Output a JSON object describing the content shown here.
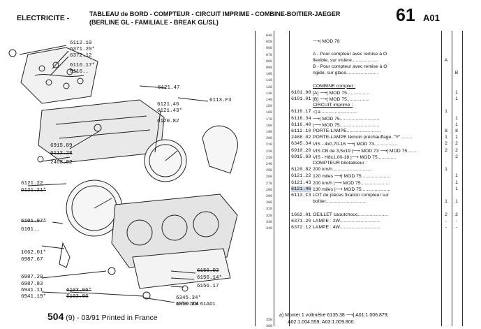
{
  "header": {
    "section": "ELECTRICITE -",
    "title_line1": "TABLEAU de BORD - COMPTEUR - CIRCUIT IMPRIME - COMBINE-BOITIER-JAEGER",
    "title_line2": "(BERLINE GL - FAMILIALE - BREAK GL/SL)",
    "page_number": "61",
    "page_ref": "A01"
  },
  "diagram_labels": [
    {
      "id": "l1",
      "text": "6112.10"
    },
    {
      "id": "l2",
      "text": "6371.20*"
    },
    {
      "id": "l3",
      "text": "6372.12"
    },
    {
      "id": "l4",
      "text": "6116.17*"
    },
    {
      "id": "l5",
      "text": "6116.."
    },
    {
      "id": "l6",
      "text": "6121.47"
    },
    {
      "id": "l7",
      "text": "6113.F3"
    },
    {
      "id": "l8",
      "text": "6121.46"
    },
    {
      "id": "l9",
      "text": "6121.43*"
    },
    {
      "id": "l10",
      "text": "6120.82"
    },
    {
      "id": "l11",
      "text": "6915.89"
    },
    {
      "id": "l12",
      "text": "6112.28"
    },
    {
      "id": "l13",
      "text": "2468.02"
    },
    {
      "id": "l14",
      "text": "6121.22"
    },
    {
      "id": "l15",
      "text": "6121.21*"
    },
    {
      "id": "l16",
      "text": "6101.97*"
    },
    {
      "id": "l17",
      "text": "6101.."
    },
    {
      "id": "l18",
      "text": "1662.01*"
    },
    {
      "id": "l19",
      "text": "6987.67"
    },
    {
      "id": "l20",
      "text": "6987.20"
    },
    {
      "id": "l21",
      "text": "6987.83"
    },
    {
      "id": "l22",
      "text": "6941.11"
    },
    {
      "id": "l23",
      "text": "6941.19*"
    },
    {
      "id": "l24",
      "text": "6103.06*"
    },
    {
      "id": "l25",
      "text": "6103.06"
    },
    {
      "id": "l26",
      "text": "6156.03"
    },
    {
      "id": "l27",
      "text": "6156.14*"
    },
    {
      "id": "l28",
      "text": "6156.17"
    },
    {
      "id": "l29",
      "text": "6345.34*"
    },
    {
      "id": "l30",
      "text": "6910.20"
    }
  ],
  "rows": [
    {
      "ln": "040",
      "pn": "",
      "ds": "",
      "q1": "",
      "q2": ""
    },
    {
      "ln": "050",
      "pn": "",
      "ds": "⟶| MOD 78",
      "q1": "",
      "q2": ""
    },
    {
      "ln": "060",
      "pn": "",
      "ds": "",
      "q1": "",
      "q2": ""
    },
    {
      "ln": "070",
      "pn": "",
      "ds": "A - Pour compteur avec remise à O",
      "q1": "",
      "q2": ""
    },
    {
      "ln": "080",
      "pn": "",
      "ds": "     flexible, sur visière....................",
      "q1": "A",
      "q2": ""
    },
    {
      "ln": "090",
      "pn": "",
      "ds": "B - Pour compteur avec remise à O",
      "q1": "",
      "q2": ""
    },
    {
      "ln": "100",
      "pn": "",
      "ds": "     rigide, sur glace........................",
      "q1": "",
      "q2": "B"
    },
    {
      "ln": "110",
      "pn": "",
      "ds": "",
      "q1": "",
      "q2": ""
    },
    {
      "ln": "120",
      "pn": "",
      "ds": "COMBINE complet :",
      "q1": "",
      "q2": ""
    },
    {
      "ln": "130",
      "pn": "6101.98",
      "ds": "[A]  ⟶| MOD 75.................",
      "q1": "",
      "q2": "1"
    },
    {
      "ln": "140",
      "pn": "6101.01",
      "ds": "[B]  ⟶| MOD 75.................",
      "q1": "",
      "q2": "1"
    },
    {
      "ln": "150",
      "pn": "",
      "ds": "CIRCUIT imprimé :",
      "q1": "",
      "q2": ""
    },
    {
      "ln": "160",
      "pn": "6116.17",
      "ds": "◁ a ...........................",
      "q1": "1",
      "q2": ""
    },
    {
      "ln": "170",
      "pn": "6116.34",
      "ds": "⟶| MOD 75..............................",
      "q1": "",
      "q2": "1"
    },
    {
      "ln": "180",
      "pn": "6116.40",
      "ds": "|⟶ MOD 75..............................",
      "q1": "",
      "q2": "1"
    },
    {
      "ln": "190",
      "pn": "6112.10",
      "ds": "PORTE-LAMPE..........................",
      "q1": "8",
      "q2": "8"
    },
    {
      "ln": "200",
      "pn": "2468.02",
      "ds": "PORTE-LAMPE témoin préchauffage, \"ᵞᵞ\" ........",
      "q1": "1",
      "q2": "1"
    },
    {
      "ln": "210",
      "pn": "6345.34",
      "ds": "VIS - 4x0,70-16 ⟶| MOD 73..................",
      "q1": "2",
      "q2": "2"
    },
    {
      "ln": "220",
      "pn": "6910.20",
      "ds": "VIS CB de 3,5x19 |⟶ MOD 73 ⟶| MOD 75........",
      "q1": "2",
      "q2": "2"
    },
    {
      "ln": "230",
      "pn": "6915.69",
      "ds": "VIS - H8x1,00-18 |⟶ MOD 75..............",
      "q1": "",
      "q2": "2"
    },
    {
      "ln": "240",
      "pn": "",
      "ds": "COMPTEUR bitotaliseur :",
      "q1": "",
      "q2": ""
    },
    {
      "ln": "250",
      "pn": "6120.82",
      "ds": "200 km/h..............................",
      "q1": "1",
      "q2": ""
    },
    {
      "ln": "260",
      "pn": "6121.22",
      "ds": "120 miles ⟶| MOD 75......................",
      "q1": "",
      "q2": "1"
    },
    {
      "ln": "270",
      "pn": "6121.43",
      "ds": "200 km/h  |⟶ MOD 75......................",
      "q1": "",
      "q2": "1"
    },
    {
      "ln": "280",
      "pn": "6121.46",
      "ds": "130 miles |⟶ MOD 75......................",
      "q1": "",
      "q2": "1"
    },
    {
      "ln": "290",
      "pn": "6113.F3",
      "ds": "LOT de pièces fixation compteur sur",
      "q1": "",
      "q2": ""
    },
    {
      "ln": "300",
      "pn": "",
      "ds": "boîtier...............................",
      "q1": "1",
      "q2": "1"
    },
    {
      "ln": "310",
      "pn": "",
      "ds": "",
      "q1": "",
      "q2": ""
    },
    {
      "ln": "320",
      "pn": "1662.01",
      "ds": "OEILLET caoutchouc.......................",
      "q1": "2",
      "q2": "2"
    },
    {
      "ln": "330",
      "pn": "6371.20",
      "ds": "LAMPE : 2W...............................",
      "q1": "-",
      "q2": "-"
    },
    {
      "ln": "340",
      "pn": "6372.12",
      "ds": "LAMPE : 4W...............................",
      "q1": "-",
      "q2": "-"
    }
  ],
  "bottom_line_numbers": [
    "350",
    "360"
  ],
  "footer": {
    "doc_number": "504",
    "doc_suffix": "(9) - 03/91 Printed in France",
    "ref": "11/90  504  61A01",
    "note_line1": "a) Monter 1 voltmètre 6135.38  ⟶| A01:1.006.879;",
    "note_line2": "A02:1.004.559; A03:1.009.800."
  }
}
